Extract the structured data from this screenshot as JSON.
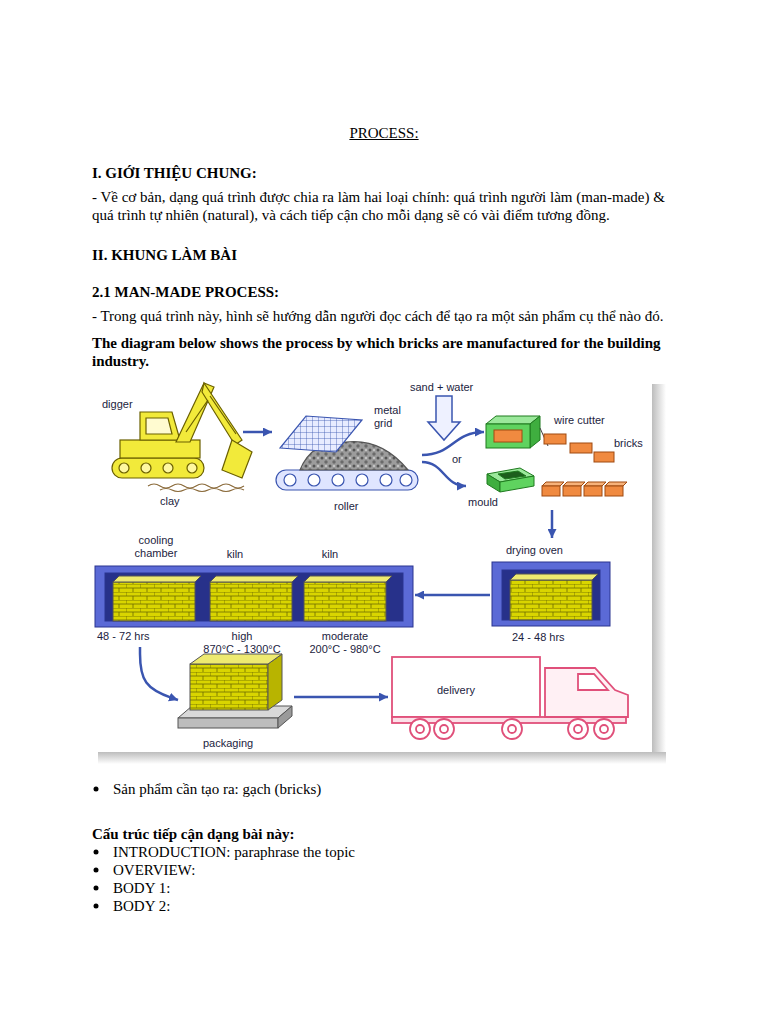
{
  "diagram": {
    "title": "PROCESS:",
    "nodes": [
      {
        "text": [
          "digger",
          "clay"
        ]
      },
      {
        "text": [
          "metal grid",
          "roller"
        ]
      },
      {
        "text": [
          "wire cutter",
          "bricks"
        ]
      },
      {
        "text": [
          "mould"
        ]
      },
      {
        "text": [
          "drying oven",
          "24 - 48 hrs"
        ]
      },
      {
        "text": [
          "kiln",
          "moderate",
          "200°C - 980°C"
        ]
      },
      {
        "text": [
          "kiln",
          "high",
          "870°C - 1300°C"
        ]
      },
      {
        "text": [
          "cooling chamber",
          "48 - 72 hrs"
        ]
      },
      {
        "text": [
          "packaging"
        ]
      },
      {
        "text": [
          "delivery"
        ]
      }
    ],
    "edges": [
      {
        "from": 0,
        "to": 1,
        "arrow": "to"
      },
      {
        "from": 1,
        "to": 2,
        "arrow": "to"
      },
      {
        "from": 1,
        "to": 3,
        "arrow": "to"
      },
      {
        "from": 3,
        "to": 4,
        "arrow": "to"
      },
      {
        "from": 4,
        "to": 5,
        "arrow": "to"
      },
      {
        "from": 7,
        "to": 8,
        "arrow": "to"
      },
      {
        "from": 8,
        "to": 9,
        "arrow": "to"
      }
    ],
    "labels": [
      "I. GIỚI THIỆU CHUNG:",
      "- Về cơ bản, dạng quá trình được chia ra làm hai loại chính: quá trình người làm (man-made) & quá trình tự nhiên (natural), và cách tiếp cận cho mỗi dạng sẽ có vài điểm tương đồng.",
      "II. KHUNG LÀM BÀI",
      "2.1 MAN-MADE PROCESS:",
      "- Trong quá trình này, hình sẽ hướng dẫn người đọc cách để tạo ra một sản phẩm cụ thể nào đó.",
      "The diagram below shows the process by which bricks are manufactured for the building industry.",
      "sand + water",
      "or",
      "Sản phẩm cần tạo ra: gạch (bricks)",
      "Cấu trúc tiếp cận dạng bài này:",
      "INTRODUCTION: paraphrase the topic",
      "OVERVIEW:",
      "BODY 1:",
      "BODY 2:"
    ]
  }
}
